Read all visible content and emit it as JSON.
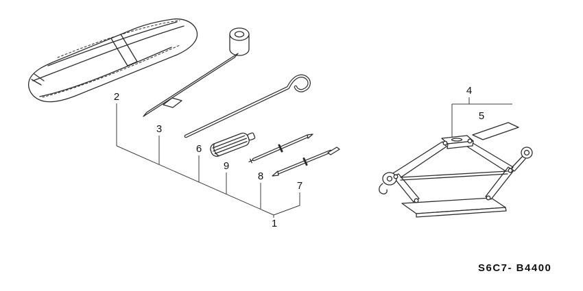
{
  "callouts": {
    "n1": "1",
    "n2": "2",
    "n3": "3",
    "n4": "4",
    "n5": "5",
    "n6": "6",
    "n7": "7",
    "n8": "8",
    "n9": "9"
  },
  "footer": {
    "part_code": "S6C7- B4400"
  }
}
